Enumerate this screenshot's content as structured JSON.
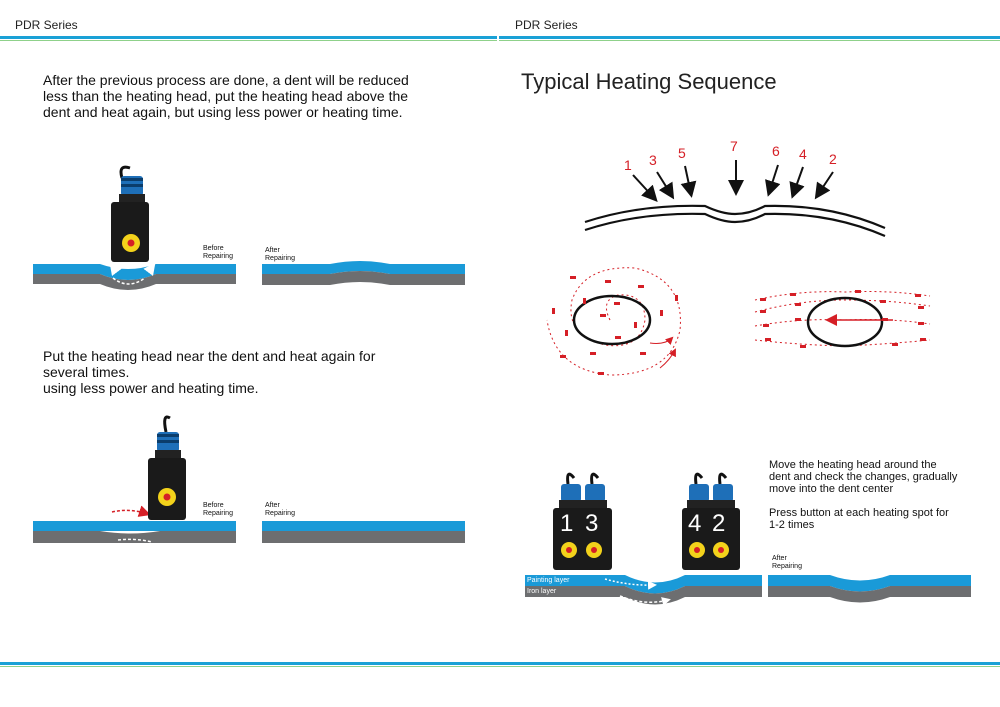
{
  "header": {
    "left_series": "PDR Series",
    "right_series": "PDR Series"
  },
  "left": {
    "para1": [
      "After the previous process are done, a dent will be reduced",
      "less than the heating head, put the heating head above the",
      "dent and heat again, but using less power or heating time."
    ],
    "para2": [
      "Put the heating head near the dent and heat again for",
      "several times.",
      "using less power and heating time."
    ],
    "before_label": [
      "Before",
      "Repairing"
    ],
    "after_label": [
      "After",
      "Repairing"
    ]
  },
  "right": {
    "title": "Typical Heating Sequence",
    "sequence_numbers": [
      "1",
      "3",
      "5",
      "7",
      "6",
      "4",
      "2"
    ],
    "instruction1": [
      "Move the heating head around the",
      "dent and check the changes, gradually",
      "move into the dent center"
    ],
    "instruction2": [
      "Press button at each heating spot for",
      "1-2 times"
    ],
    "head_numbers": [
      "1",
      "3",
      "4",
      "2"
    ],
    "painting_layer": "Painting layer",
    "iron_layer": "Iron layer",
    "after_label": [
      "After",
      "Repairing"
    ]
  },
  "colors": {
    "accent_blue": "#1aa1d6",
    "accent_green": "#8fd18a",
    "paint_blue": "#1a9ad8",
    "iron_gray": "#6d6e70",
    "red": "#d51f26",
    "yellow": "#f3d21b"
  }
}
